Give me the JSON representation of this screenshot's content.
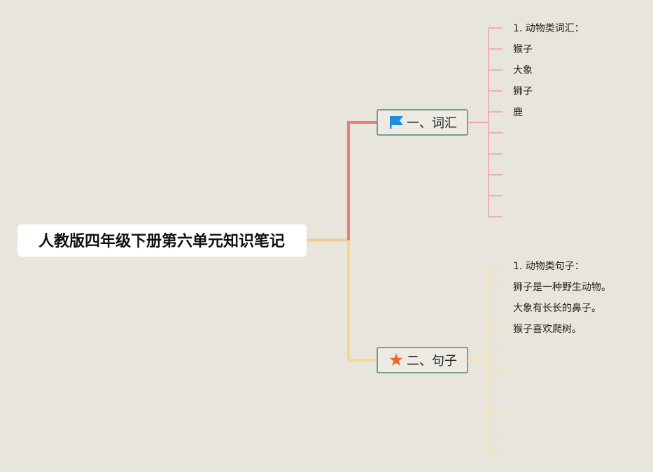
{
  "root": {
    "title": "人教版四年级下册第六单元知识笔记",
    "connector_color": "#f3c98f"
  },
  "branches": [
    {
      "label": "一、词汇",
      "icon": "blue-flag-icon",
      "icon_color": "#1a8fe0",
      "line_color": "#ec7a7c",
      "leaf_line_color": "#f0a2a4",
      "items": [
        "1. 动物类词汇：",
        "猴子",
        "大象",
        "狮子",
        "鹿",
        "",
        "",
        "",
        "",
        ""
      ]
    },
    {
      "label": "二、句子",
      "icon": "orange-star-icon",
      "icon_color": "#e8692e",
      "line_color": "#f5d88c",
      "leaf_line_color": "#f6e2a8",
      "items": [
        "1. 动物类句子：",
        "狮子是一种野生动物。",
        "大象有长长的鼻子。",
        "猴子喜欢爬树。",
        "",
        "",
        "",
        "",
        "",
        ""
      ]
    }
  ],
  "theme": {
    "background": "#e8e5dc",
    "box_border": "#4d8a78",
    "box_fill": "#eceae3"
  }
}
